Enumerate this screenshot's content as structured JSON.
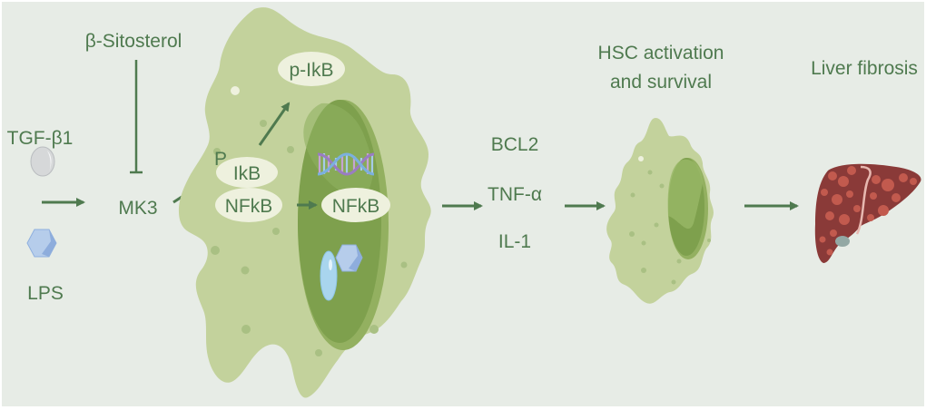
{
  "diagram": {
    "title": "β-Sitosterol inhibits MK3-mediated NF-κB signaling in hepatic stellate cells",
    "inputs": {
      "tgf": "TGF-β1",
      "lps": "LPS"
    },
    "inhibitor": "β-Sitosterol",
    "kinase": "MK3",
    "cell_labels": {
      "phospho": "P",
      "ikb": "IkB",
      "nfkb_cyto": "NFkB",
      "p_ikb": "p-IkB",
      "nfkb_nuc": "NFkB"
    },
    "outputs": {
      "bcl2": "BCL2",
      "tnf": "TNF-α",
      "il1": "IL-1"
    },
    "stage_hsc": {
      "line1": "HSC activation",
      "line2": "and survival"
    },
    "stage_liver": "Liver fibrosis",
    "icons": {
      "tgf_icon": "grey-ellipse-molecule",
      "lps_icon": "blue-hexagon-molecule",
      "dna_icon": "dna-double-helix",
      "liver_icon": "fibrotic-liver"
    },
    "colors": {
      "background": "#e7ece6",
      "text": "#4f7a4f",
      "cell": "#c3d29c",
      "nucleus": "#7ea04d",
      "liver": "#8a3a38"
    }
  }
}
